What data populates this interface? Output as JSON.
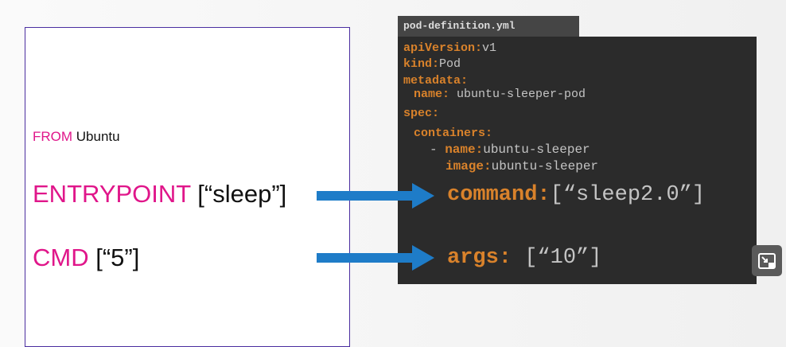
{
  "dockerfile": {
    "from_kw": "FROM",
    "from_val": "Ubuntu",
    "entry_kw": "ENTRYPOINT",
    "entry_val": "[“sleep”]",
    "cmd_kw": "CMD",
    "cmd_val": "[“5”]"
  },
  "yaml": {
    "filename": "pod-definition.yml",
    "lines": [
      {
        "key": "apiVersion:",
        "val": "v1"
      },
      {
        "key": "kind:",
        "val": "Pod"
      },
      {
        "key": "metadata:",
        "val": ""
      },
      {
        "key": "name:",
        "val": "ubuntu-sleeper-pod"
      },
      {
        "key": "spec:",
        "val": ""
      },
      {
        "key": "containers:",
        "val": ""
      },
      {
        "key": "name:",
        "val": "ubuntu-sleeper",
        "prefix": "- "
      },
      {
        "key": "image:",
        "val": "ubuntu-sleeper"
      },
      {
        "key": "command:",
        "val": "[“sleep2.0”]"
      },
      {
        "key": "args:",
        "val": "[“10”]"
      }
    ]
  },
  "colors": {
    "keyword": "#e0168a",
    "yaml_key": "#d9822b",
    "arrow": "#1e7cc8"
  }
}
